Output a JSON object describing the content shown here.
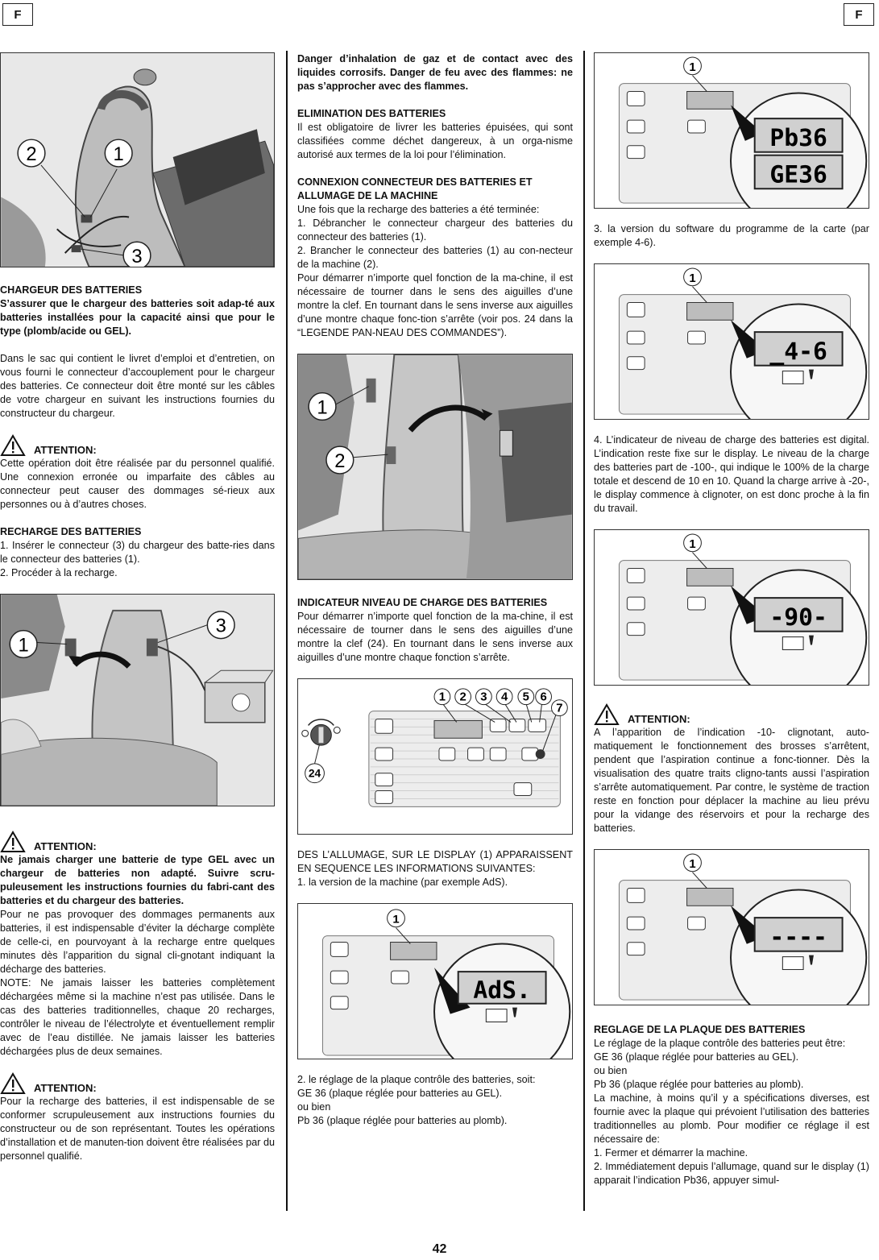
{
  "header": {
    "left_tag": "F",
    "right_tag": "F"
  },
  "page_number": "42",
  "col1": {
    "fig1_callouts": [
      "2",
      "1",
      "3"
    ],
    "h_charger": "CHARGEUR DES BATTERIES",
    "charger_bold": "S’assurer que le chargeur des batteries soit adap-té aux batteries installées pour la capacité ainsi que pour le type (plomb/acide ou GEL).",
    "charger_text": "Dans le sac qui contient le livret d’emploi et d’entretien, on vous fourni le connecteur d’accouplement pour le chargeur des batteries. Ce connecteur doit être monté sur les câbles de votre chargeur en suivant les instructions fournies du constructeur du chargeur.",
    "attention1_title": "ATTENTION:",
    "attention1_text": "Cette opération doit être réalisée par du personnel qualifié. Une connexion erronée ou imparfaite des câbles au connecteur peut causer des dommages sé-rieux aux personnes ou à d’autres choses.",
    "h_recharge": "RECHARGE DES BATTERIES",
    "recharge_1": "1.  Insérer le connecteur (3) du chargeur des batte-ries dans le connecteur des batteries (1).",
    "recharge_2": "2.  Procéder à la recharge.",
    "fig2_callouts": [
      "1",
      "3"
    ],
    "attention2_title": "ATTENTION:",
    "attention2_bold": "Ne jamais charger une batterie de type GEL avec un chargeur de batteries non adapté. Suivre scru-puleusement les instructions fournies du fabri-cant des batteries et du chargeur des batteries.",
    "attention2_text": "Pour ne pas provoquer des dommages permanents aux batteries, il est indispensable d’éviter la décharge complète de celle-ci, en pourvoyant à la recharge entre quelques minutes dès l’apparition du signal cli-gnotant indiquant la décharge des batteries.",
    "note_text": "NOTE: Ne jamais laisser les batteries complètement déchargées même si la machine n’est pas utilisée. Dans le cas des batteries traditionnelles, chaque 20 recharges, contrôler le niveau de l’électrolyte et éventuellement remplir avec de l’eau distillée. Ne jamais laisser les batteries déchargées plus de deux semaines.",
    "attention3_title": "ATTENTION:",
    "attention3_text": "Pour la recharge des batteries, il est indispensable de se conformer scrupuleusement aux instructions fournies du constructeur ou de son représentant. Toutes les opérations d’installation et de manuten-tion doivent être réalisées par du personnel qualifié."
  },
  "col2": {
    "danger_bold": "Danger d’inhalation de gaz et de contact avec des liquides corrosifs. Danger de feu avec des flammes: ne pas s’approcher avec des flammes.",
    "h_elim": "ELIMINATION DES BATTERIES",
    "elim_text": "Il est obligatoire de livrer les batteries épuisées, qui sont classifiées comme déchet dangereux, à un orga-nisme autorisé aux termes de la loi pour l’élimination.",
    "h_connect": "CONNEXION CONNECTEUR DES BATTERIES ET ALLUMAGE DE LA MACHINE",
    "connect_intro": "Une fois que la recharge des batteries a été terminée:",
    "connect_1": "1.  Débrancher le connecteur chargeur des batteries du connecteur des batteries (1).",
    "connect_2": "2.  Brancher le connecteur des batteries (1) au con-necteur de la machine (2).",
    "connect_text": "Pour démarrer n’importe quel fonction de la ma-chine, il est nécessaire de tourner dans le sens des aiguilles d’une montre la clef. En tournant dans le sens inverse aux aiguilles d’une montre chaque fonc-tion s’arrête (voir pos. 24 dans la “LEGENDE PAN-NEAU DES COMMANDES”).",
    "fig3_callouts": [
      "1",
      "2"
    ],
    "h_indicator": "INDICATEUR NIVEAU DE CHARGE DES BATTERIES",
    "indicator_text": "Pour démarrer n’importe quel fonction de la ma-chine, il est nécessaire de tourner dans le sens des aiguilles d’une montre la clef (24). En tournant dans le sens inverse aux aiguilles d’une montre chaque fonction s’arrête.",
    "panel_callouts": [
      "1",
      "2",
      "3",
      "4",
      "5",
      "6",
      "7"
    ],
    "key_callout": "24",
    "display_seq": "DES L’ALLUMAGE, SUR LE DISPLAY (1) APPARAISSENT EN SEQUENCE LES INFORMATIONS SUIVANTES:",
    "seq_1": "1.  la version de la machine (par exemple AdS).",
    "fig_ads_callout": "1",
    "fig_ads_display": "AdS.",
    "seq_2": "2.  le réglage de la plaque contrôle des batteries, soit:",
    "seq_2a": "GE 36 (plaque réglée pour batteries au GEL).",
    "seq_2b": "ou bien",
    "seq_2c": "Pb 36 (plaque réglée pour batteries au plomb)."
  },
  "col3": {
    "fig_pb_callout": "1",
    "fig_pb_display1": "Pb36",
    "fig_pb_display2": "GE36",
    "seq_3": "3.  la version du software du programme de la carte (par exemple 4-6).",
    "fig_46_callout": "1",
    "fig_46_display": "_4-6",
    "seq_4": "4.  L’indicateur de niveau de charge des batteries est digital. L’indication reste fixe sur le display. Le niveau de la charge des batteries part de -100-, qui indique le 100% de la charge totale et descend de 10 en 10. Quand la charge arrive à -20-, le display commence à clignoter, on est donc proche à la fin du travail.",
    "fig_90_callout": "1",
    "fig_90_display": "-90-",
    "attention_title": "ATTENTION:",
    "attention_text": "A l’apparition de l’indication -10- clignotant, auto-matiquement le fonctionnement des brosses s’arrêtent, pendent que l’aspiration continue a fonc-tionner. Dès la visualisation des quatre traits cligno-tants aussi l’aspiration s’arrête automatiquement. Par contre, le système de traction reste en fonction pour déplacer la machine au lieu prévu pour la vidange des réservoirs et pour la recharge des batteries.",
    "fig_dash_callout": "1",
    "fig_dash_display": "----",
    "h_plate": "REGLAGE DE LA PLAQUE DES BATTERIES",
    "plate_1": "Le réglage de la plaque contrôle des batteries peut être:",
    "plate_2": "GE 36 (plaque réglée pour batteries au GEL).",
    "plate_3": "ou bien",
    "plate_4": "Pb 36 (plaque réglée pour batteries au plomb).",
    "plate_5": "La machine, à moins qu’il y a spécifications diverses, est fournie avec la plaque qui prévoient l’utilisation des batteries traditionnelles au plomb. Pour modifier ce réglage il est nécessaire de:",
    "plate_6": "1.  Fermer et démarrer la machine.",
    "plate_7": "2.  Immédiatement depuis l’allumage, quand sur le display (1) apparait l’indication Pb36, appuyer simul-"
  }
}
